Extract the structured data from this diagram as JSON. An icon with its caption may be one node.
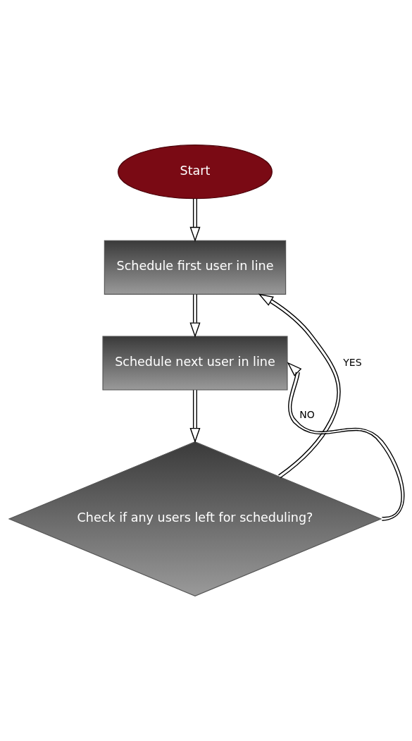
{
  "diagram": {
    "nodes": [
      {
        "text": [
          "Start"
        ]
      },
      {
        "text": [
          "Schedule first user in line"
        ]
      },
      {
        "text": [
          "Schedule next user in line"
        ]
      },
      {
        "text": [
          "Check if any users left for scheduling?"
        ]
      }
    ],
    "edges": [
      {
        "from": 0,
        "to": 1,
        "arrow": "to"
      },
      {
        "from": 1,
        "to": 2,
        "arrow": "to"
      },
      {
        "from": 2,
        "to": 3,
        "arrow": "to"
      },
      {
        "from": 3,
        "to": 2,
        "arrow": "to",
        "label": "NO"
      },
      {
        "from": 3,
        "to": 1,
        "arrow": "to",
        "label": "YES"
      }
    ]
  }
}
